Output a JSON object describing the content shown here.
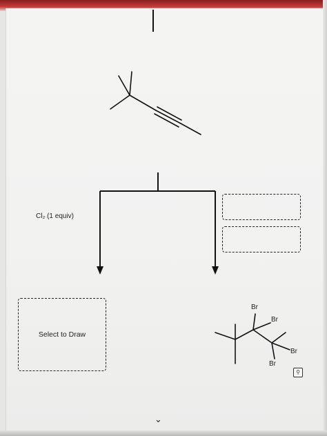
{
  "reagent": {
    "label": "Cl₂ (1 equiv)"
  },
  "draw_box": {
    "label": "Select to Draw"
  },
  "product": {
    "br_labels": [
      "Br",
      "Br",
      "Br",
      "Br"
    ]
  },
  "icons": {
    "zoom": "magnifier-icon",
    "next": "chevron-down-icon"
  },
  "nav": {
    "chevron_glyph": "⌄",
    "zoom_glyph": "⚲"
  }
}
